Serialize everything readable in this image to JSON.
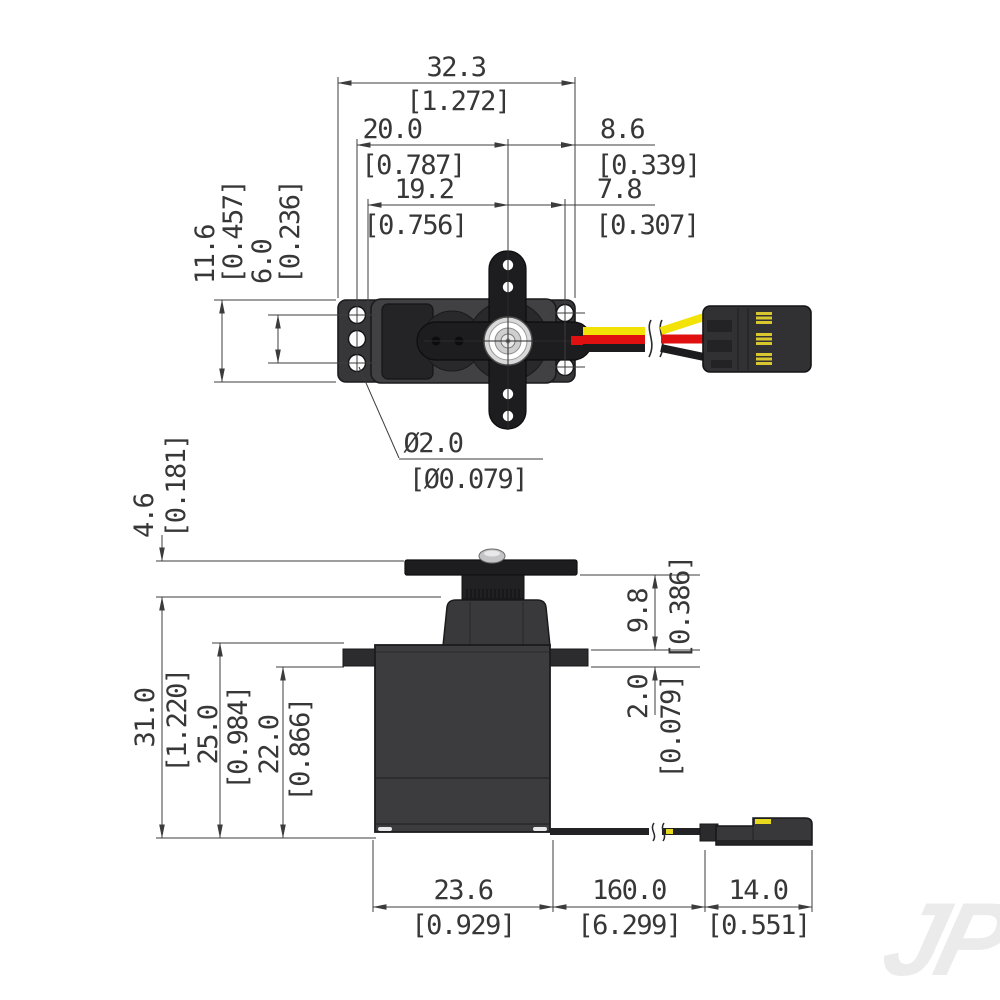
{
  "drawing": {
    "title_note": "servo dimension drawing, top view and side view, millimetres with inches in brackets",
    "top_view": {
      "width_total_mm": "32.3",
      "width_total_in": "[1.272]",
      "shaft_to_left_holes_mm": "20.0",
      "shaft_to_left_holes_in": "[0.787]",
      "shaft_to_right_edge_mm": "8.6",
      "shaft_to_right_edge_in": "[0.339]",
      "shaft_to_left_edge_mm": "19.2",
      "shaft_to_left_edge_in": "[0.756]",
      "shaft_to_right_holes_mm": "7.8",
      "shaft_to_right_holes_in": "[0.307]",
      "body_width_mm": "11.6",
      "body_width_in": "[0.457]",
      "hole_pitch_mm": "6.0",
      "hole_pitch_in": "[0.236]",
      "hole_diameter_mm": "Ø2.0",
      "hole_diameter_in": "[Ø0.079]"
    },
    "side_view": {
      "horn_height_mm": "4.6",
      "horn_height_in": "[0.181]",
      "case_height_mm": "31.0",
      "case_height_in": "[1.220]",
      "flange_top_to_bottom_mm": "25.0",
      "flange_top_to_bottom_in": "[0.984]",
      "flange_under_to_bottom_mm": "22.0",
      "flange_under_to_bottom_in": "[0.866]",
      "horn_to_flange_mm": "9.8",
      "horn_to_flange_in": "[0.386]",
      "flange_thickness_mm": "2.0",
      "flange_thickness_in": "[0.079]",
      "body_length_mm": "23.6",
      "body_length_in": "[0.929]",
      "wire_length_mm": "160.0",
      "wire_length_in": "[6.299]",
      "connector_length_mm": "14.0",
      "connector_length_in": "[0.551]"
    },
    "watermark": "JP",
    "colors": {
      "line": "#3c3c3c",
      "body_dark": "#2c2c2e",
      "body_mid": "#3c3c3e",
      "horn_black": "#1d1d1f",
      "wire_yellow": "#f2e205",
      "wire_red": "#e01010",
      "wire_black": "#1c1c1e",
      "contact_gold": "#d8c62e",
      "watermark_gray": "#ebebeb"
    }
  }
}
